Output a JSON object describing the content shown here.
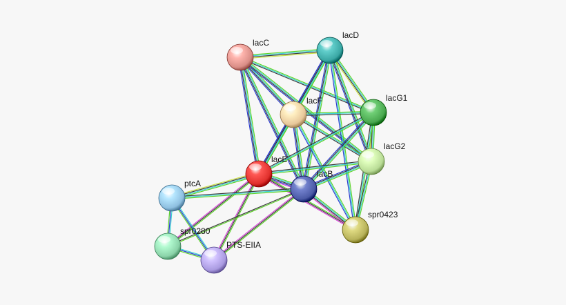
{
  "nodes": [
    {
      "id": "lacC",
      "label": "lacC",
      "color": "#d98d86"
    },
    {
      "id": "lacD",
      "label": "lacD",
      "color": "#3aa7a4"
    },
    {
      "id": "lacF",
      "label": "lacF",
      "color": "#e7c79a"
    },
    {
      "id": "lacG1",
      "label": "lacG1",
      "color": "#49a84f"
    },
    {
      "id": "lacG2",
      "label": "lacG2",
      "color": "#b9dc96"
    },
    {
      "id": "lacE",
      "label": "lacE",
      "color": "#e0302c"
    },
    {
      "id": "lacB",
      "label": "lacB",
      "color": "#4b5aa6"
    },
    {
      "id": "ptcA",
      "label": "ptcA",
      "color": "#8ebfe0"
    },
    {
      "id": "spr0423",
      "label": "spr0423",
      "color": "#b7b25a"
    },
    {
      "id": "spr0280",
      "label": "spr0280",
      "color": "#8bd3a9"
    },
    {
      "id": "PTS-EIIA",
      "label": "PTS-EIIA",
      "color": "#a99ae0"
    }
  ],
  "edges": [
    {
      "source": "lacC",
      "target": "lacD",
      "colors": [
        "#55d11f",
        "#2fd0d0",
        "#333333",
        "#c7e03a"
      ]
    },
    {
      "source": "lacC",
      "target": "lacF",
      "colors": [
        "#55d11f",
        "#2fd0d0",
        "#333333",
        "#2233cc"
      ]
    },
    {
      "source": "lacC",
      "target": "lacG1",
      "colors": [
        "#55d11f",
        "#2fd0d0",
        "#333333"
      ]
    },
    {
      "source": "lacC",
      "target": "lacG2",
      "colors": [
        "#55d11f",
        "#2fd0d0",
        "#333333",
        "#2233cc"
      ]
    },
    {
      "source": "lacC",
      "target": "lacE",
      "colors": [
        "#55d11f",
        "#2fd0d0",
        "#333333",
        "#2233cc"
      ]
    },
    {
      "source": "lacC",
      "target": "lacB",
      "colors": [
        "#55d11f",
        "#2fd0d0",
        "#333333",
        "#2233cc"
      ]
    },
    {
      "source": "lacD",
      "target": "lacF",
      "colors": [
        "#55d11f",
        "#2fd0d0",
        "#333333",
        "#2233cc"
      ]
    },
    {
      "source": "lacD",
      "target": "lacG1",
      "colors": [
        "#55d11f",
        "#2fd0d0",
        "#333333",
        "#c7e03a"
      ]
    },
    {
      "source": "lacD",
      "target": "lacG2",
      "colors": [
        "#55d11f",
        "#2fd0d0",
        "#333333",
        "#2233cc"
      ]
    },
    {
      "source": "lacD",
      "target": "lacE",
      "colors": [
        "#55d11f",
        "#2fd0d0",
        "#333333",
        "#2233cc"
      ]
    },
    {
      "source": "lacD",
      "target": "lacB",
      "colors": [
        "#55d11f",
        "#2fd0d0",
        "#333333",
        "#2233cc"
      ]
    },
    {
      "source": "lacD",
      "target": "spr0423",
      "colors": [
        "#55d11f",
        "#2fd0d0",
        "#2233cc"
      ]
    },
    {
      "source": "lacF",
      "target": "lacG1",
      "colors": [
        "#55d11f",
        "#2fd0d0",
        "#333333"
      ]
    },
    {
      "source": "lacF",
      "target": "lacG2",
      "colors": [
        "#55d11f",
        "#2fd0d0",
        "#333333"
      ]
    },
    {
      "source": "lacF",
      "target": "lacE",
      "colors": [
        "#55d11f",
        "#2fd0d0",
        "#333333",
        "#2233cc"
      ]
    },
    {
      "source": "lacF",
      "target": "lacB",
      "colors": [
        "#55d11f",
        "#2fd0d0",
        "#333333",
        "#2233cc"
      ]
    },
    {
      "source": "lacF",
      "target": "spr0423",
      "colors": [
        "#55d11f",
        "#2fd0d0",
        "#2233cc"
      ]
    },
    {
      "source": "lacG1",
      "target": "lacG2",
      "colors": [
        "#55d11f",
        "#2fd0d0",
        "#333333",
        "#c7e03a"
      ]
    },
    {
      "source": "lacG1",
      "target": "lacE",
      "colors": [
        "#55d11f",
        "#2fd0d0",
        "#333333"
      ]
    },
    {
      "source": "lacG1",
      "target": "lacB",
      "colors": [
        "#55d11f",
        "#2fd0d0",
        "#333333",
        "#2233cc"
      ]
    },
    {
      "source": "lacG1",
      "target": "spr0423",
      "colors": [
        "#55d11f",
        "#2fd0d0",
        "#333333"
      ]
    },
    {
      "source": "lacG2",
      "target": "lacE",
      "colors": [
        "#55d11f",
        "#2fd0d0",
        "#333333"
      ]
    },
    {
      "source": "lacG2",
      "target": "lacB",
      "colors": [
        "#55d11f",
        "#2fd0d0",
        "#333333",
        "#2233cc"
      ]
    },
    {
      "source": "lacG2",
      "target": "spr0423",
      "colors": [
        "#55d11f",
        "#2fd0d0",
        "#333333"
      ]
    },
    {
      "source": "lacE",
      "target": "lacB",
      "colors": [
        "#55d11f",
        "#2fd0d0",
        "#333333",
        "#2233cc",
        "#d43bd4"
      ]
    },
    {
      "source": "lacE",
      "target": "ptcA",
      "colors": [
        "#55d11f",
        "#2fd0d0",
        "#333333",
        "#c7e03a"
      ]
    },
    {
      "source": "lacE",
      "target": "spr0280",
      "colors": [
        "#55d11f",
        "#333333",
        "#d43bd4"
      ]
    },
    {
      "source": "lacE",
      "target": "PTS-EIIA",
      "colors": [
        "#55d11f",
        "#333333",
        "#d43bd4"
      ]
    },
    {
      "source": "lacE",
      "target": "spr0423",
      "colors": [
        "#55d11f",
        "#333333",
        "#d43bd4"
      ]
    },
    {
      "source": "lacB",
      "target": "ptcA",
      "colors": [
        "#55d11f",
        "#2fd0d0",
        "#333333"
      ]
    },
    {
      "source": "lacB",
      "target": "spr0280",
      "colors": [
        "#55d11f",
        "#333333"
      ]
    },
    {
      "source": "lacB",
      "target": "PTS-EIIA",
      "colors": [
        "#55d11f",
        "#333333",
        "#d43bd4"
      ]
    },
    {
      "source": "lacB",
      "target": "spr0423",
      "colors": [
        "#55d11f",
        "#2fd0d0",
        "#333333",
        "#d43bd4"
      ]
    },
    {
      "source": "ptcA",
      "target": "spr0280",
      "colors": [
        "#2fd0d0",
        "#2233cc",
        "#55d11f"
      ]
    },
    {
      "source": "ptcA",
      "target": "PTS-EIIA",
      "colors": [
        "#2fd0d0",
        "#2233cc",
        "#55d11f"
      ]
    },
    {
      "source": "spr0280",
      "target": "PTS-EIIA",
      "colors": [
        "#2fd0d0",
        "#2233cc",
        "#55d11f"
      ]
    }
  ]
}
